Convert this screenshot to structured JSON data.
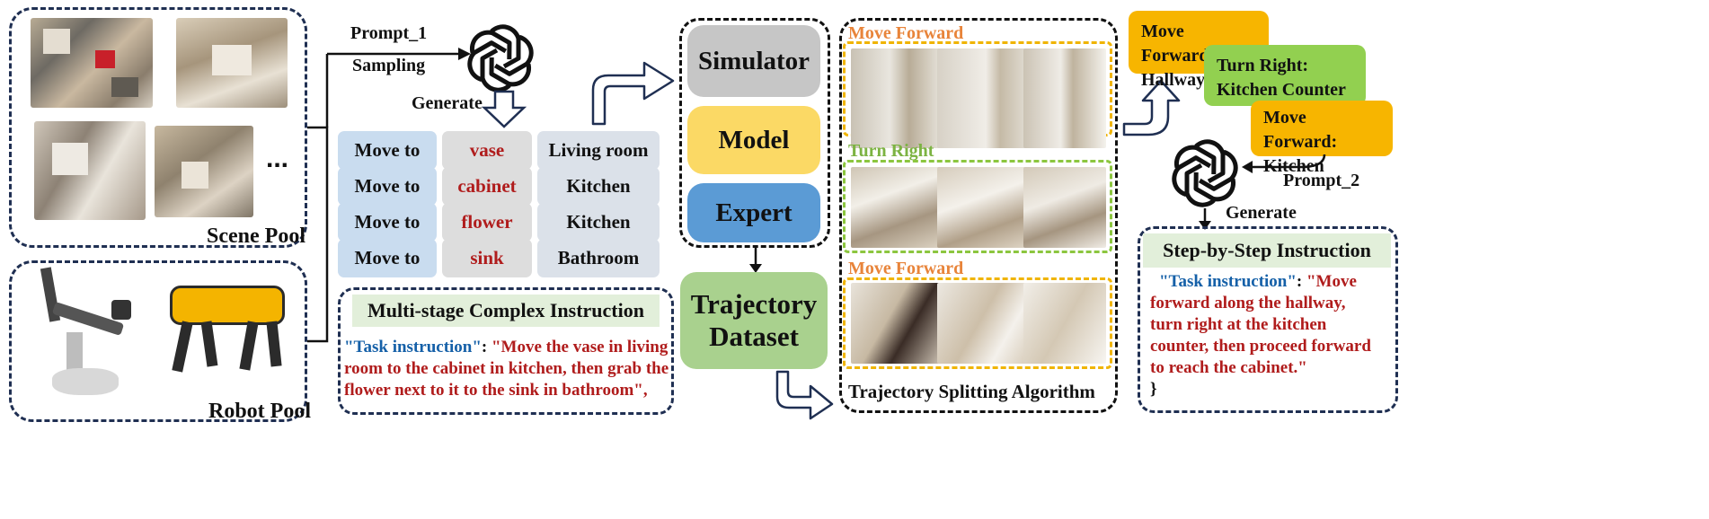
{
  "scene_pool": {
    "label": "Scene Pool",
    "ellipsis": "..."
  },
  "robot_pool": {
    "label": "Robot Pool"
  },
  "flow": {
    "prompt_1": "Prompt_1",
    "sampling": "Sampling",
    "generate_1": "Generate",
    "prompt_2": "Prompt_2",
    "generate_2": "Generate"
  },
  "task_table": {
    "rows": [
      {
        "action": "Move to",
        "object": "vase",
        "location": "Living room"
      },
      {
        "action": "Move to",
        "object": "cabinet",
        "location": "Kitchen"
      },
      {
        "action": "Move to",
        "object": "flower",
        "location": "Kitchen"
      },
      {
        "action": "Move to",
        "object": "sink",
        "location": "Bathroom"
      }
    ]
  },
  "complex_instruction": {
    "title": "Multi-stage Complex Instruction",
    "key": "\"Task instruction\"",
    "colon": ": ",
    "line1": "\"Move the vase in living",
    "line2": "room to the cabinet in kitchen, then grab the",
    "line3": "flower next to it to the sink in bathroom\",",
    "line1_full": "\"Move the vase in living room to the cabinet in kitchen, then grab the flower next to it to the sink in bathroom\","
  },
  "stages": {
    "simulator": "Simulator",
    "model": "Model",
    "expert": "Expert"
  },
  "trajectory_dataset": {
    "line1": "Trajectory",
    "line2": "Dataset"
  },
  "splitting": {
    "title": "Trajectory Splitting Algorithm",
    "segments": [
      {
        "label": "Move Forward",
        "color": "#e8843a"
      },
      {
        "label": "Turn Right",
        "color": "#7cb342"
      },
      {
        "label": "Move Forward",
        "color": "#e8843a"
      }
    ]
  },
  "steps": [
    {
      "line1": "Move Forward:",
      "line2": "Hallway",
      "color": "#f7b500"
    },
    {
      "line1": "Turn Right:",
      "line2": "Kitchen Counter",
      "color": "#92d050"
    },
    {
      "line1": "Move Forward:",
      "line2": "Kitchen",
      "color": "#f7b500"
    }
  ],
  "step_instruction": {
    "title": "Step-by-Step Instruction",
    "key": "\"Task instruction\"",
    "colon": ": ",
    "line1": "\"Move",
    "line2": "forward along the hallway,",
    "line3": "turn right at the kitchen",
    "line4": "counter, then proceed forward",
    "line5": "to reach the cabinet.\"",
    "close": "}"
  },
  "colors": {
    "dash_navy": "#1f2f52",
    "simulator": "#c6c6c6",
    "model": "#fbd965",
    "expert": "#5b9bd5",
    "dataset": "#a9d18e",
    "title_band": "#e2efda",
    "red_text": "#b01c1c",
    "blue_text": "#1560a8"
  }
}
